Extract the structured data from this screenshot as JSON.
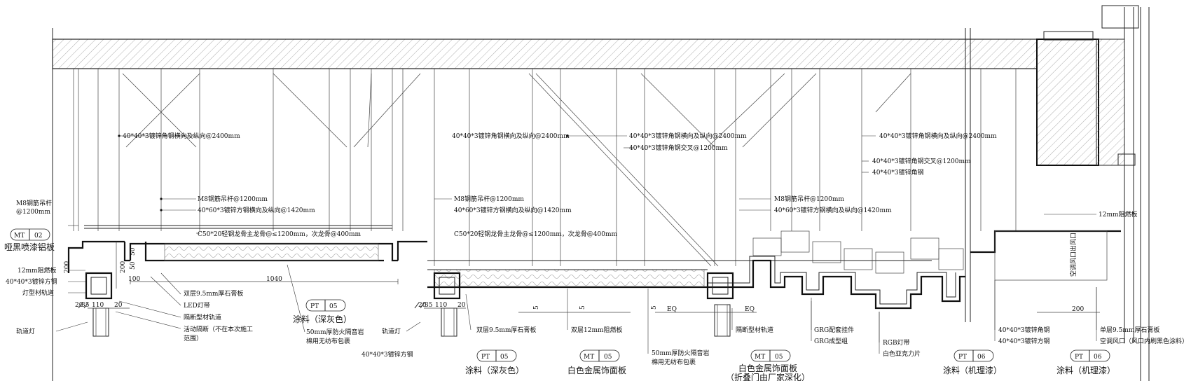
{
  "labels": {
    "angle_cross_2400": "40*40*3镀锌角钢横向及纵向@2400mm",
    "angle_x_1200": "40*40*3镀锌角钢交叉@1200mm",
    "angle_steel": "40*40*3镀锌角钢",
    "rod_m8_1200": "M8钢筋吊杆@1200mm",
    "square_tube_1420": "40*60*3镀锌方钢横向及纵向@1420mm",
    "keel_c50": "C50*20轻钢龙骨主龙骨@≤1200mm，次龙骨@400mm",
    "rod_m8_a": "M8钢筋吊杆",
    "rod_m8_b": "@1200mm",
    "matte_black_alu": "哑黑喷漆铝板",
    "fire_board_12": "12mm阻燃板",
    "square_steel": "40*40*3镀锌方钢",
    "light_track": "灯型材轨道",
    "track_light": "轨道灯",
    "double_gypsum": "双层9.5mm厚石膏板",
    "led_strip": "LED灯带",
    "partition_track": "隔断型材轨道",
    "movable_partition_a": "活动隔断（不在本次施工",
    "movable_partition_b": "范围）",
    "rock_wool_a": "50mm厚防火隔音岩",
    "rock_wool_b": "棉用无纺布包裹",
    "double_fire_board": "双层12mm阻燃板",
    "grg_hanger": "GRG配套挂件",
    "grg_group": "GRG成型组",
    "rgb_strip": "RGB灯带",
    "white_acrylic": "白色亚克力片",
    "single_gypsum": "单层9.5mm厚石膏板",
    "air_vent": "空调风口（风口内刷黑色涂料）",
    "paint_dark_grey": "涂料（深灰色）",
    "white_metal_panel": "白色金属饰面板",
    "folding_door_note": "（折叠门由厂家深化）",
    "paint_texture": "涂料（机理漆）",
    "vent_small": "空调风口出风口",
    "eq": "EQ"
  },
  "tags": {
    "mt": "MT",
    "pt": "PT",
    "n02": "02",
    "n05": "05",
    "n06": "06"
  },
  "dims": {
    "d200": "200",
    "d50": "50",
    "d100": "100",
    "d1040": "1040",
    "d20": "20",
    "d35": "35",
    "d110": "110",
    "d5": "5",
    "d200b": "200"
  }
}
